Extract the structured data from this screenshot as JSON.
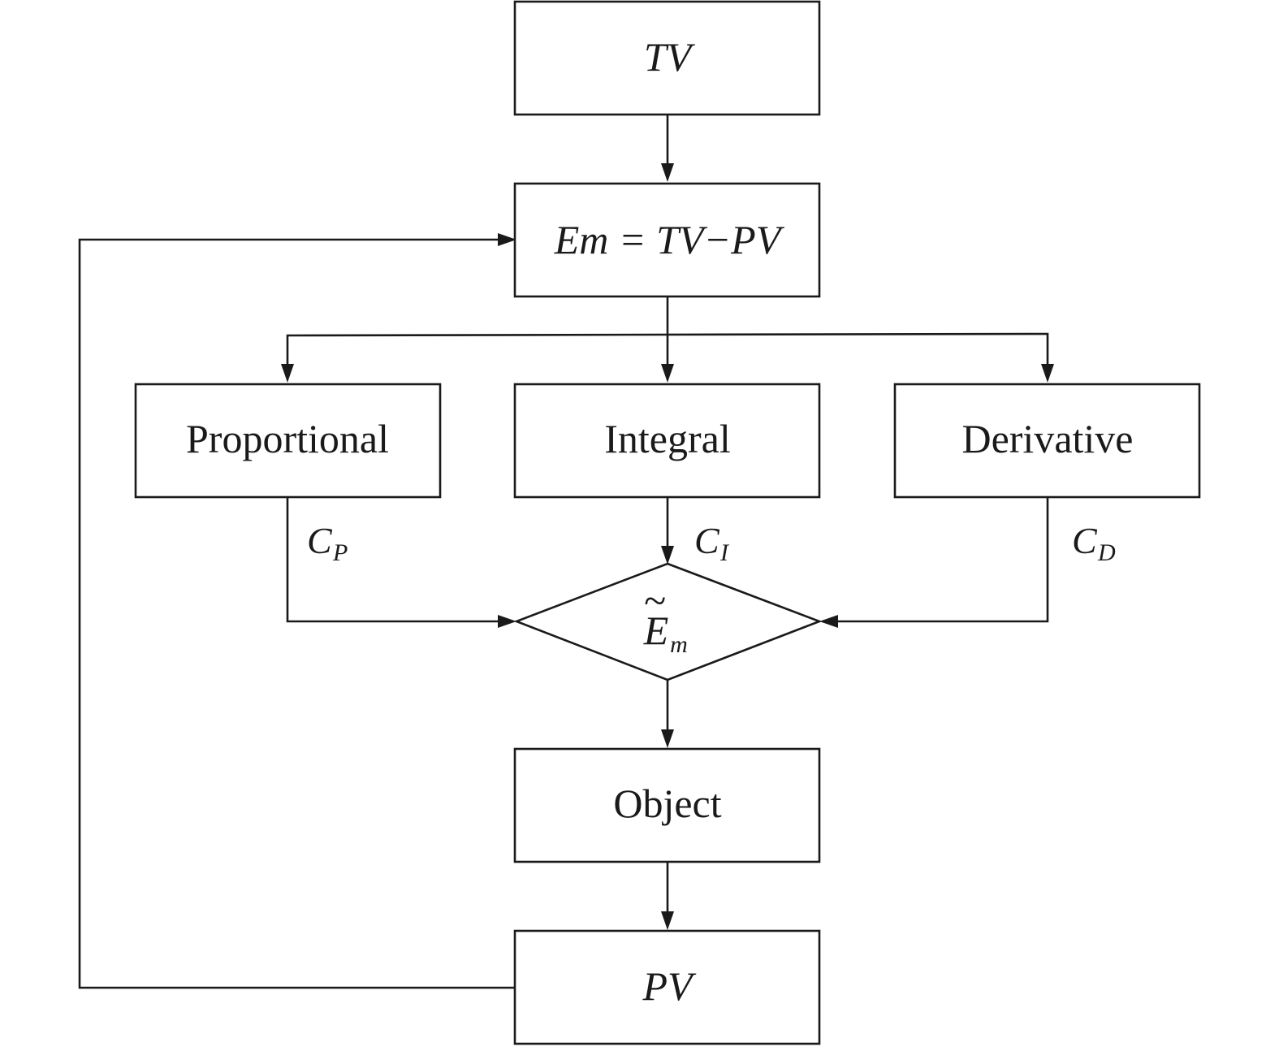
{
  "nodes": {
    "tv": {
      "label": "TV"
    },
    "error": {
      "label": "Em = TV−PV"
    },
    "proportional": {
      "label": "Proportional"
    },
    "integral": {
      "label": "Integral"
    },
    "derivative": {
      "label": "Derivative"
    },
    "combiner": {
      "symbol": "E",
      "accent": "~",
      "subscript": "m"
    },
    "object": {
      "label": "Object"
    },
    "pv": {
      "label": "PV"
    }
  },
  "coefficients": {
    "proportional": {
      "symbol": "C",
      "subscript": "P"
    },
    "integral": {
      "symbol": "C",
      "subscript": "I"
    },
    "derivative": {
      "symbol": "C",
      "subscript": "D"
    }
  },
  "colors": {
    "line": "#1a1a1a",
    "background": "#ffffff"
  }
}
